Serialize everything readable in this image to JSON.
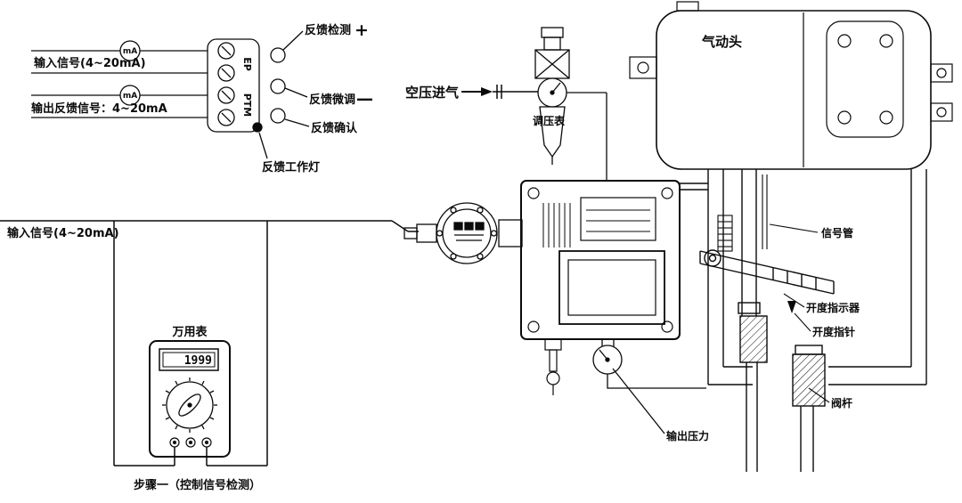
{
  "wiring": {
    "input_signal": "输入信号(4~20mA)",
    "output_feedback": "输出反馈信号：4~20mA",
    "meter_label": "mA",
    "terminal_ep": "EP",
    "terminal_ptm": "PTM",
    "feedback_detect": "反馈检测",
    "feedback_detect_sign": "+",
    "feedback_trim": "反馈微调",
    "feedback_trim_sign": "—",
    "feedback_confirm": "反馈确认",
    "feedback_lamp": "反馈工作灯"
  },
  "signal": {
    "input_signal": "输入信号(4~20mA)"
  },
  "multimeter": {
    "title": "万用表",
    "display": "1999",
    "caption": "步骤一（控制信号检测）"
  },
  "pneumatic": {
    "air_inlet": "空压进气",
    "regulator_gauge": "调压表",
    "actuator_head": "气动头",
    "signal_tube": "信号管",
    "opening_indicator": "开度指示器",
    "opening_pointer": "开度指针",
    "valve_stem": "阀杆",
    "output_pressure": "输出压力"
  }
}
